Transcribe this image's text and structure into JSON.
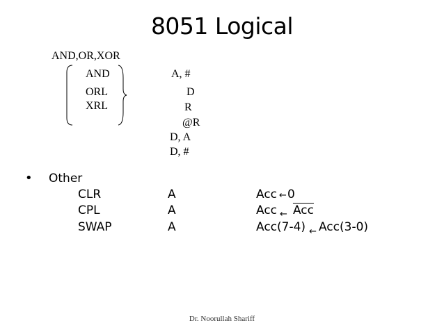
{
  "title": "8051 Logical",
  "logical": {
    "header": "AND,OR,XOR",
    "mnemonics": [
      "AND",
      "ORL",
      "XRL"
    ],
    "operands": [
      "A, #",
      "D",
      "R",
      "@R",
      "D, A",
      "D, #"
    ]
  },
  "other": {
    "bullet": "•",
    "label": "Other",
    "rows": [
      {
        "mnemonic": "CLR",
        "operand": "A",
        "dest": "Acc",
        "arrow": "←",
        "source": "0"
      },
      {
        "mnemonic": "CPL",
        "operand": "A",
        "dest": "Acc",
        "arrow": "←",
        "source": "Acc"
      },
      {
        "mnemonic": "SWAP",
        "operand": "A",
        "dest": "Acc(7-4)",
        "arrow": "←",
        "source": "Acc(3-0)"
      }
    ]
  },
  "footer": "Dr. Noorullah Shariff"
}
